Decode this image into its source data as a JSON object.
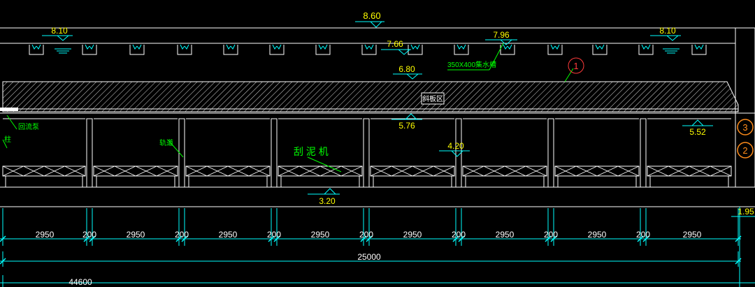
{
  "elevations": {
    "top": "8.60",
    "water_left": "8.10",
    "water_right": "8.10",
    "trough_mid": "7.66",
    "trough_top": "7.96",
    "plate_top": "6.80",
    "plate_bottom": "5.76",
    "beam_right": "5.52",
    "scraper_top": "4.20",
    "floor": "3.20",
    "ground_right": "1.95"
  },
  "labels": {
    "trough": "350X400集水槽",
    "plate_zone": "斜板区",
    "sludge_pipe": "回流泵",
    "column": "柱",
    "rail": "轨道",
    "scraper": "刮  泥  机"
  },
  "circles": [
    "1",
    "3",
    "2"
  ],
  "dimensions": {
    "bays": [
      "2950",
      "200",
      "2950",
      "200",
      "2950",
      "200",
      "2950",
      "200",
      "2950",
      "200",
      "2950",
      "200",
      "2950",
      "200",
      "2950"
    ],
    "total": "25000",
    "overall": "44600"
  },
  "colors": {
    "yellow": "#ffff00",
    "green": "#00ff00",
    "cyan": "#00ffff",
    "white": "#ffffff",
    "red": "#ff3b3b",
    "orange": "#ff8c1a"
  }
}
